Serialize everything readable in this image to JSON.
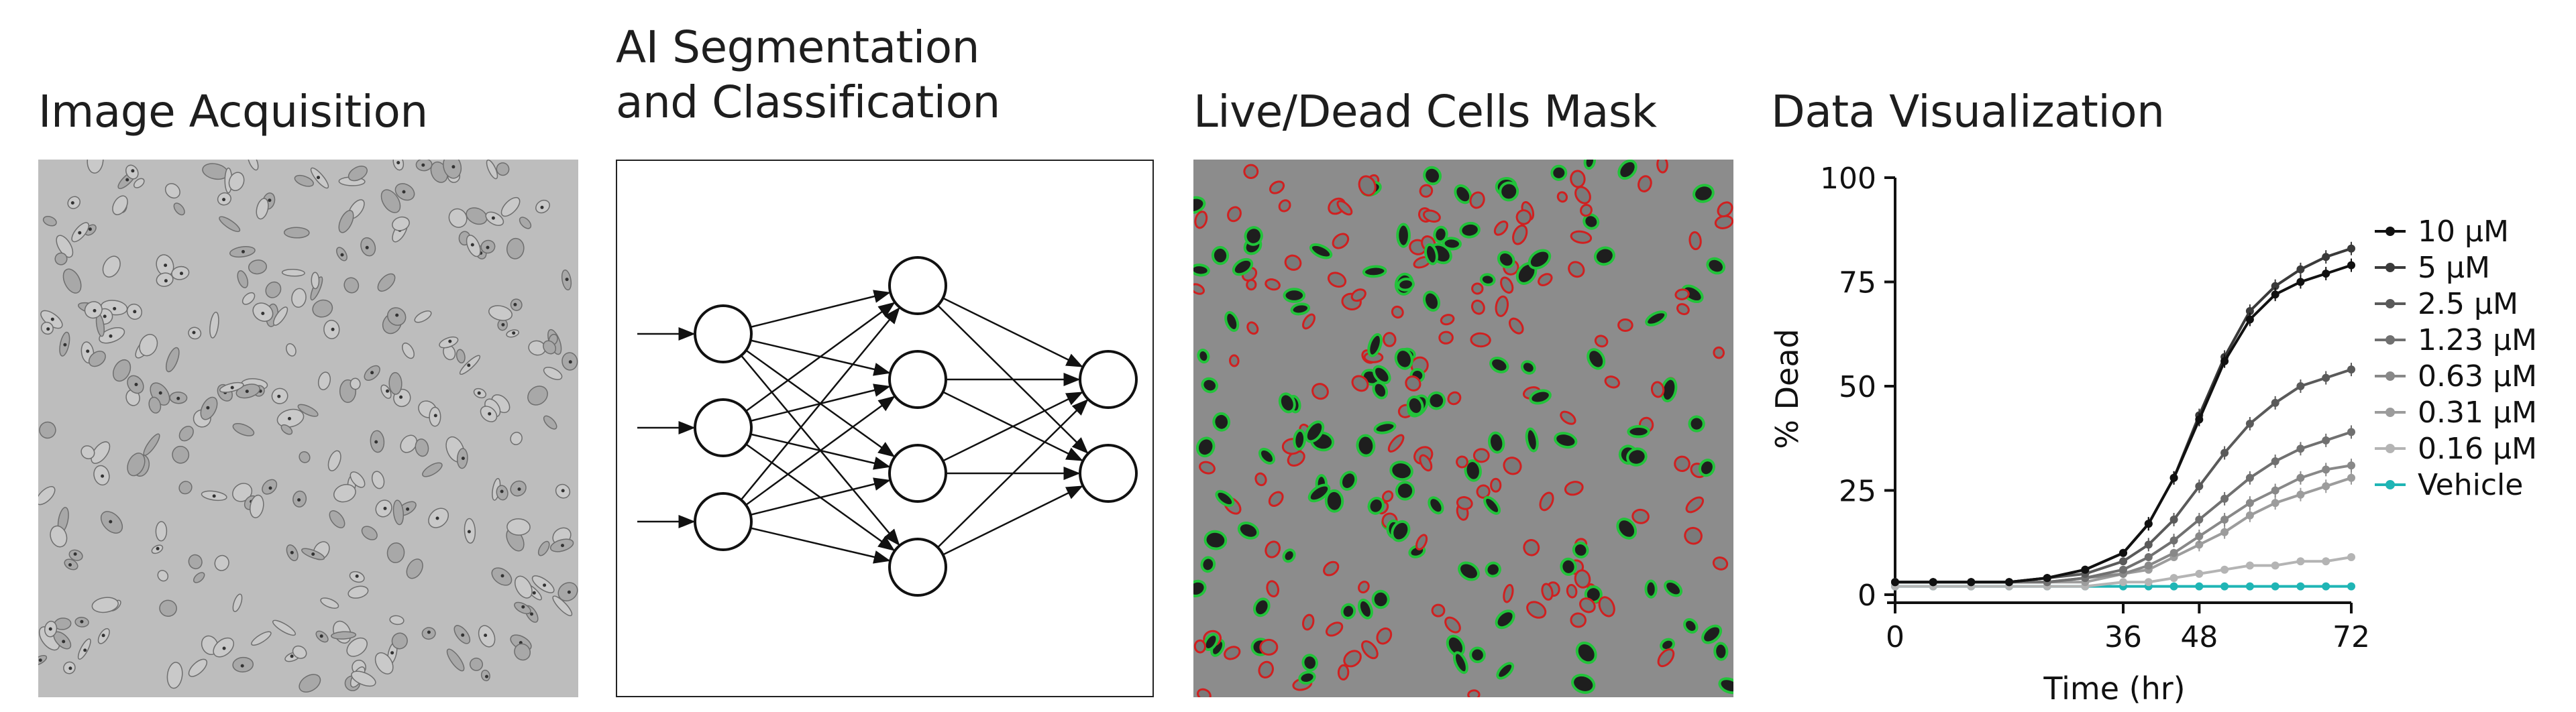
{
  "panels": {
    "acquisition": {
      "title": "Image Acquisition"
    },
    "segmentation": {
      "title_line1": "AI Segmentation",
      "title_line2": "and Classification"
    },
    "mask": {
      "title": "Live/Dead Cells Mask"
    },
    "visualization": {
      "title": "Data Visualization"
    }
  },
  "network": {
    "layers": [
      3,
      4,
      2
    ],
    "input_arrows": 3
  },
  "colors": {
    "live": "#22c33a",
    "dead": "#d02020",
    "vehicle": "#1fb5b5"
  },
  "chart_data": {
    "type": "line",
    "xlabel": "Time (hr)",
    "ylabel": "% Dead",
    "xlim": [
      0,
      72
    ],
    "ylim": [
      0,
      100
    ],
    "xticks": [
      "0",
      "36",
      "48",
      "72"
    ],
    "yticks": [
      "0",
      "25",
      "50",
      "75",
      "100"
    ],
    "legend_position": "right",
    "x": [
      0,
      6,
      12,
      18,
      24,
      30,
      36,
      40,
      44,
      48,
      52,
      56,
      60,
      64,
      68,
      72
    ],
    "series": [
      {
        "name": "10 μM",
        "color": "#111111",
        "values": [
          3,
          3,
          3,
          3,
          4,
          6,
          10,
          17,
          28,
          42,
          56,
          66,
          72,
          75,
          77,
          79
        ]
      },
      {
        "name": "5 μM",
        "color": "#3a3a3a",
        "values": [
          3,
          3,
          3,
          3,
          4,
          6,
          10,
          17,
          28,
          43,
          57,
          68,
          74,
          78,
          81,
          83
        ]
      },
      {
        "name": "2.5 μM",
        "color": "#5a5a5a",
        "values": [
          3,
          3,
          3,
          3,
          4,
          5,
          8,
          12,
          18,
          26,
          34,
          41,
          46,
          50,
          52,
          54
        ]
      },
      {
        "name": "1.23 μM",
        "color": "#707070",
        "values": [
          3,
          3,
          3,
          3,
          3,
          4,
          6,
          9,
          13,
          18,
          23,
          28,
          32,
          35,
          37,
          39
        ]
      },
      {
        "name": "0.63 μM",
        "color": "#888888",
        "values": [
          3,
          3,
          3,
          3,
          3,
          4,
          5,
          7,
          10,
          14,
          18,
          22,
          25,
          28,
          30,
          31
        ]
      },
      {
        "name": "0.31 μM",
        "color": "#9c9c9c",
        "values": [
          3,
          3,
          3,
          3,
          3,
          3,
          5,
          6,
          9,
          12,
          15,
          19,
          22,
          24,
          26,
          28
        ]
      },
      {
        "name": "0.16 μM",
        "color": "#b4b4b4",
        "values": [
          2,
          2,
          2,
          2,
          2,
          2,
          3,
          3,
          4,
          5,
          6,
          7,
          7,
          8,
          8,
          9
        ]
      },
      {
        "name": "Vehicle",
        "color": "#1fb5b5",
        "values": [
          2,
          2,
          2,
          2,
          2,
          2,
          2,
          2,
          2,
          2,
          2,
          2,
          2,
          2,
          2,
          2
        ]
      }
    ]
  }
}
